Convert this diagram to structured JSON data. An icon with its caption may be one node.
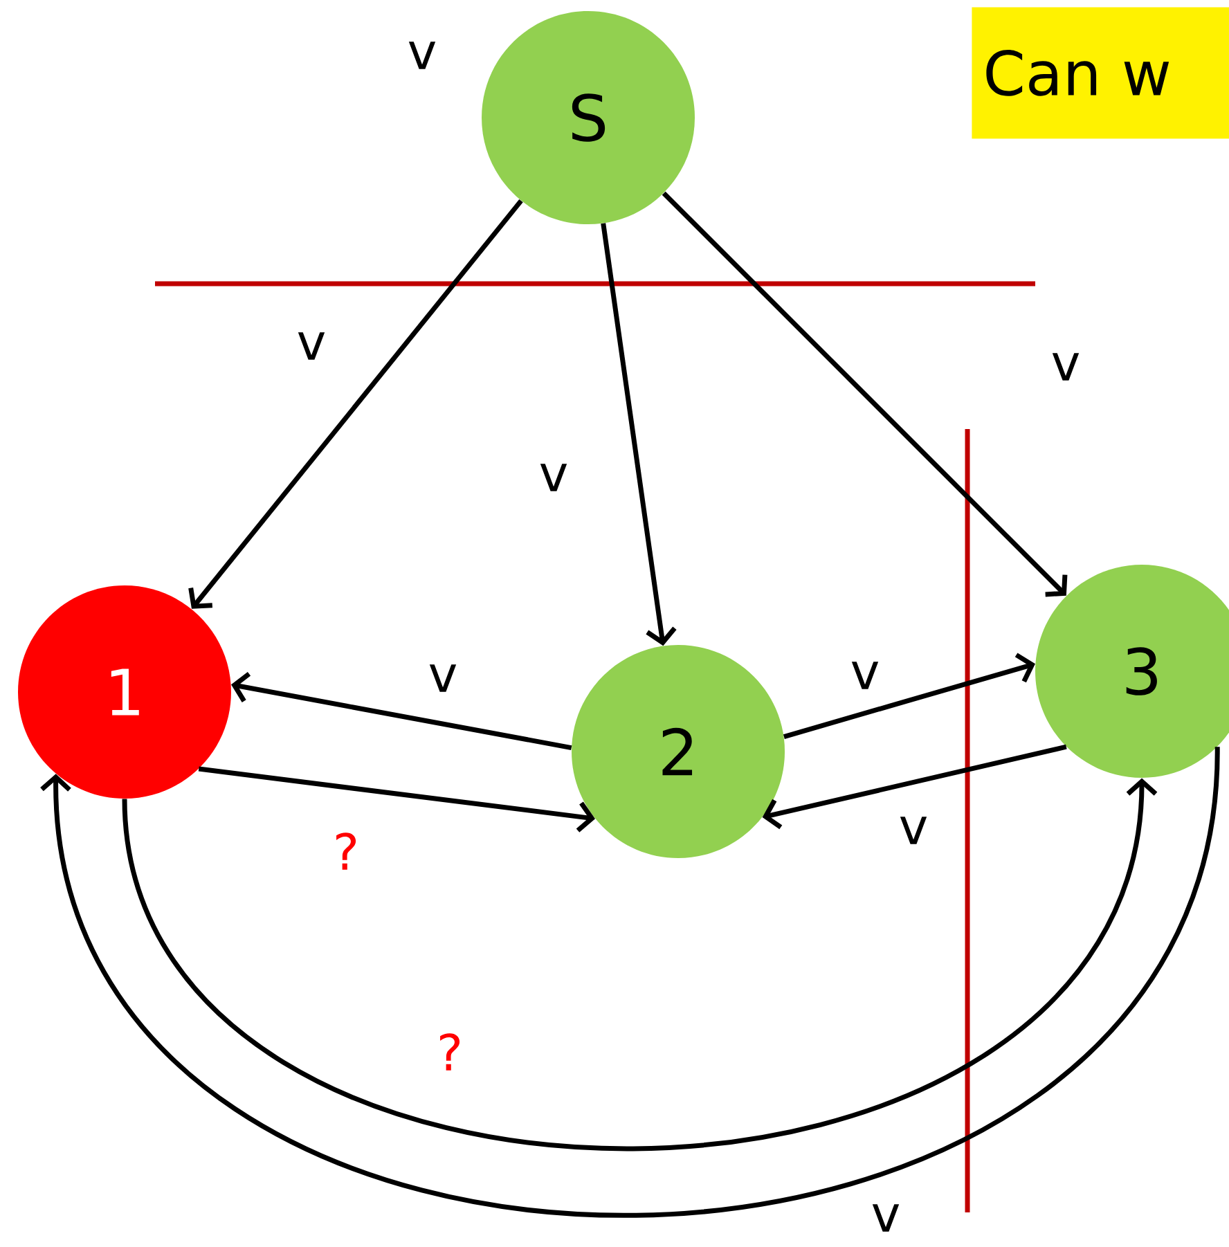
{
  "diagram": {
    "nodes": [
      {
        "text": [
          "S"
        ],
        "beside": [
          "v"
        ]
      },
      {
        "text": [
          "1"
        ]
      },
      {
        "text": [
          "2"
        ]
      },
      {
        "text": [
          "3"
        ]
      },
      {
        "text": [
          "Can w"
        ]
      }
    ],
    "edges": [
      {
        "from": 0,
        "to": 1,
        "arrow": "to",
        "label": "v"
      },
      {
        "from": 0,
        "to": 2,
        "arrow": "to",
        "label": "v"
      },
      {
        "from": 0,
        "to": 3,
        "arrow": "to",
        "label": "v"
      },
      {
        "from": 2,
        "to": 1,
        "arrow": "to",
        "label": "v"
      },
      {
        "from": 1,
        "to": 2,
        "arrow": "to",
        "label": "?"
      },
      {
        "from": 2,
        "to": 3,
        "arrow": "to",
        "label": "v"
      },
      {
        "from": 3,
        "to": 2,
        "arrow": "to",
        "label": "v"
      },
      {
        "from": 1,
        "to": 3,
        "arrow": "to",
        "label": "?"
      },
      {
        "from": 3,
        "to": 1,
        "arrow": "to",
        "label": "v"
      }
    ]
  }
}
